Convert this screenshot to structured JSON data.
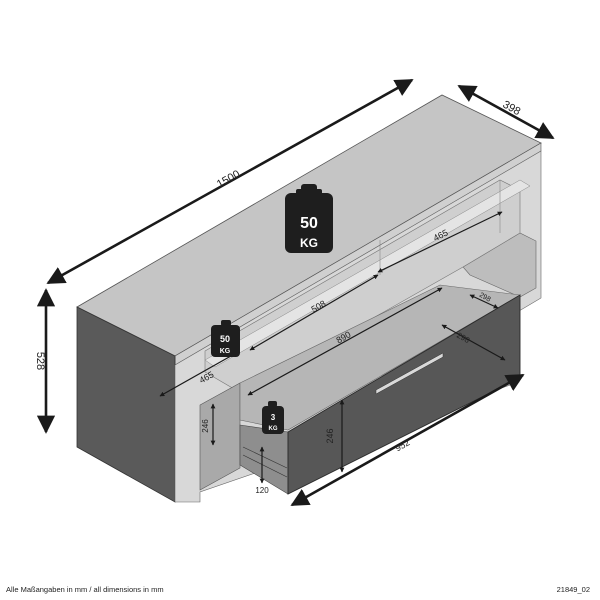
{
  "dimensions": {
    "width": "1500",
    "depth": "398",
    "height": "528",
    "top_shelf_right": "465",
    "top_shelf_center": "508",
    "shelf_left": "465",
    "shelf_depth": "298",
    "drawer_depth": "298",
    "inner_width": "890",
    "side_height": "246",
    "compartment_height": "246",
    "drawer_width": "952",
    "drawer_height": "120"
  },
  "weights": {
    "top": {
      "value": "50",
      "unit": "KG"
    },
    "shelf": {
      "value": "50",
      "unit": "KG"
    },
    "drawer": {
      "value": "3",
      "unit": "KG"
    }
  },
  "footer": {
    "note": "Alle Maßangaben in mm / all dimensions in mm",
    "code": "21849_02"
  }
}
